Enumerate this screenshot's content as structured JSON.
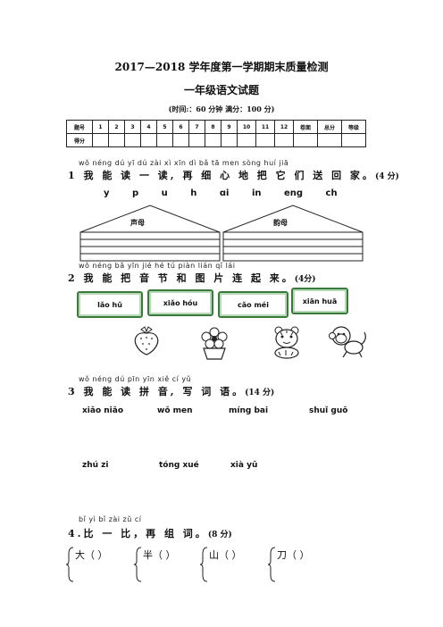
{
  "header": {
    "title": "2017—2018 学年度第一学期期末质量检测",
    "subtitle": "一年级语文试题",
    "meta": "(时间:：60 分钟      满分：100 分)"
  },
  "score_table": {
    "row1": [
      "题号",
      "1",
      "2",
      "3",
      "4",
      "5",
      "6",
      "7",
      "8",
      "9",
      "10",
      "11",
      "12",
      "卷面",
      "总分",
      "等级"
    ],
    "row2_label": "得分"
  },
  "q1": {
    "pinyin": "wǒ néng dú yī dú   zài xì xīn dì bǎ tā men sòng huí jiā",
    "text": "1 我 能 读 一 读, 再 细 心 地 把 它 们 送 回 家。",
    "score": "(4 分)",
    "letters": [
      "y",
      "p",
      "u",
      "h",
      "ɑi",
      "in",
      "eng",
      "ch"
    ],
    "house_left": "声母",
    "house_right": "韵母"
  },
  "q2": {
    "pinyin": "wǒ néng bǎ yīn jié hé tú piàn lián qǐ lái",
    "text": "2 我 能 把 音 节 和 图 片  连 起 来。",
    "score": "(4分)",
    "cards": [
      "lǎo hǔ",
      "xiǎo hóu",
      "cǎo méi",
      "xiān huā"
    ]
  },
  "q3": {
    "pinyin": "wǒ néng dú pīn yīn    xiě cí yǔ",
    "text": "3 我 能 读 拼 音,  写 词 语。",
    "score": "(14 分)",
    "row1": [
      "xiǎo niǎo",
      "wǒ men",
      "míng bai",
      "shuǐ guǒ"
    ],
    "row2": [
      "zhú  zi",
      "tóng xué",
      "xià yǔ"
    ]
  },
  "q4": {
    "pinyin": "bǐ yì bǐ  zài zǔ cí",
    "text": "4.比 一 比，再 组 词。",
    "score": "(8 分)",
    "chars": [
      "大（     ）",
      "半（     ）",
      "山（     ）",
      "刀（     ）"
    ]
  }
}
